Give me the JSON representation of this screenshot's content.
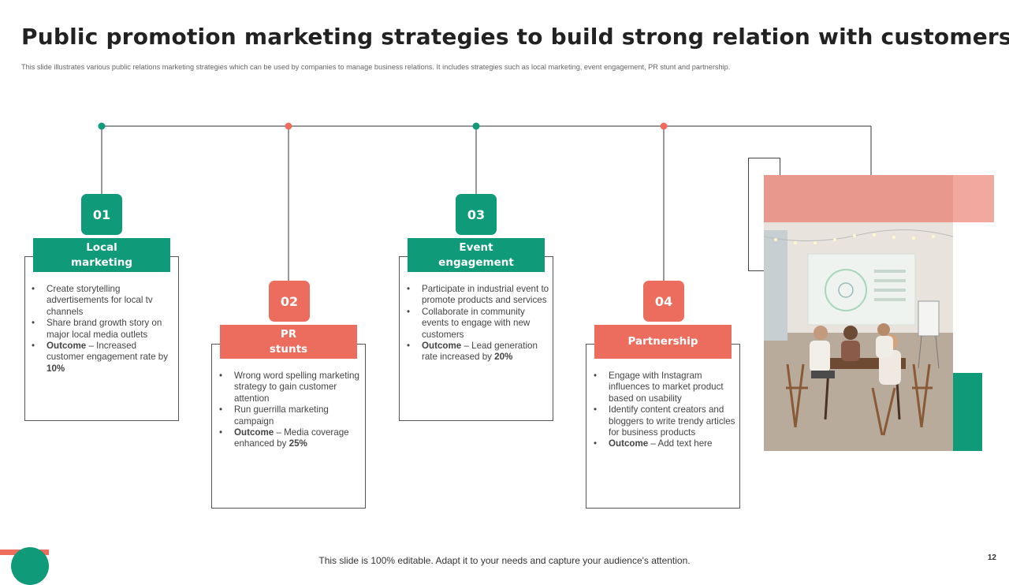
{
  "title": "Public promotion marketing strategies to build strong relation with customers",
  "subtitle": "This slide illustrates various public relations marketing strategies which can be used by companies to manage business relations. It includes strategies such as local marketing, event engagement, PR stunt and partnership.",
  "strategies": [
    {
      "number": "01",
      "label": "Local\nmarketing",
      "color": "#0f9a7a",
      "bullets": [
        {
          "bold": "",
          "text": "Create storytelling advertisements for local tv channels"
        },
        {
          "bold": "",
          "text": "Share brand growth story on major local media outlets"
        },
        {
          "bold": "Outcome",
          "text": " – Increased customer engagement rate by ",
          "bold_end": "10%"
        }
      ]
    },
    {
      "number": "02",
      "label": "PR\nstunts",
      "color": "#ec6d5e",
      "bullets": [
        {
          "bold": "",
          "text": "Wrong word spelling marketing strategy to gain customer attention"
        },
        {
          "bold": "",
          "text": "Run guerrilla marketing campaign"
        },
        {
          "bold": "Outcome",
          "text": " – Media coverage enhanced by ",
          "bold_end": "25%"
        }
      ]
    },
    {
      "number": "03",
      "label": "Event\nengagement",
      "color": "#0f9a7a",
      "bullets": [
        {
          "bold": "",
          "text": "Participate in industrial event to promote products and services"
        },
        {
          "bold": "",
          "text": "Collaborate in community events to engage with new customers"
        },
        {
          "bold": "Outcome",
          "text": " – Lead generation rate increased by ",
          "bold_end": "20%"
        }
      ]
    },
    {
      "number": "04",
      "label": "Partnership",
      "color": "#ec6d5e",
      "bullets": [
        {
          "bold": "",
          "text": "Engage with Instagram influences to market product based on usability"
        },
        {
          "bold": "",
          "text": "Identify content creators and bloggers to write trendy articles for business products"
        },
        {
          "bold": "Outcome",
          "text": " – Add text here",
          "bold_end": ""
        }
      ]
    }
  ],
  "footer": "This slide is 100% editable. Adapt it to your needs and capture your audience's attention.",
  "page_number": "12",
  "colors": {
    "green": "#0f9a7a",
    "coral": "#ec6d5e",
    "coral_light": "#f1a99f"
  }
}
